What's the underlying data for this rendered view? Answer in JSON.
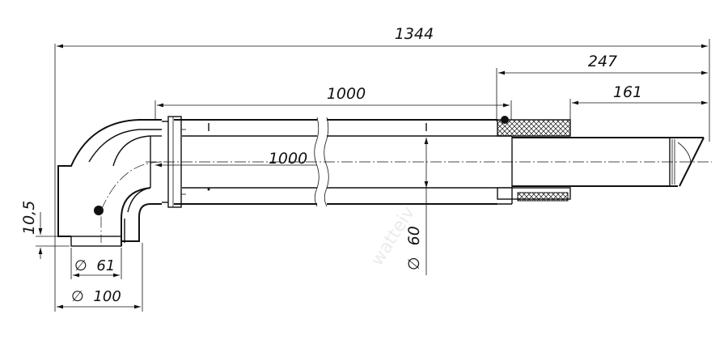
{
  "dimensions": {
    "total_length": "1344",
    "outer_section": "247",
    "terminal_section": "161",
    "outer_pipe_length": "1000",
    "inner_pipe_length": "1000",
    "elbow_offset": "10,5",
    "inner_diameter_value": "60",
    "outlet_inner_diameter_value": "61",
    "outlet_outer_diameter_value": "100",
    "diameter_symbol": "∅"
  },
  "watermark": "watteiv"
}
